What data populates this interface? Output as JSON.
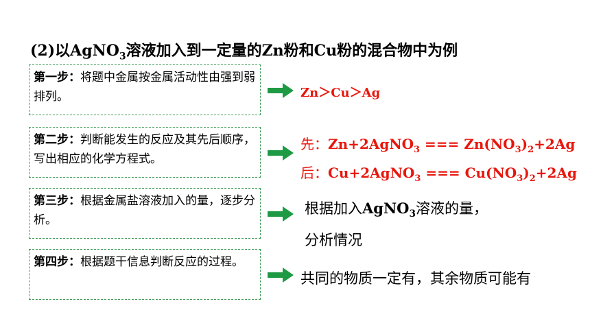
{
  "title": {
    "pre": "(2)以AgNO",
    "sub": "3",
    "post": "溶液加入到一定量的Zn粉和Cu粉的混合物中为例"
  },
  "steps": [
    {
      "label": "第一步：",
      "text": "将题中金属按金属活动性由强到弱排列。"
    },
    {
      "label": "第二步：",
      "text": "判断能发生的反应及其先后顺序，写出相应的化学方程式。"
    },
    {
      "label": "第三步：",
      "text": "根据金属盐溶液加入的量，逐步分析。"
    },
    {
      "label": "第四步：",
      "text": "根据题干信息判断反应的过程。"
    }
  ],
  "results": {
    "order": "Zn＞Cu＞Ag",
    "first": {
      "prefix": "先：",
      "a": "Zn+2AgNO",
      "a_sub": "3",
      "b": " === Zn(NO",
      "b_sub1": "3",
      "c": ")",
      "c_sub": "2",
      "d": "+2Ag"
    },
    "second": {
      "prefix": "后：",
      "a": "Cu+2AgNO",
      "a_sub": "3",
      "b": " === Cu(NO",
      "b_sub1": "3",
      "c": ")",
      "c_sub": "2",
      "d": "+2Ag"
    },
    "step3_line1": {
      "pre": "根据加入",
      "chem": "AgNO",
      "sub": "3",
      "post": "溶液的量，"
    },
    "step3_line2": "分析情况",
    "step4": "共同的物质一定有，其余物质可能有"
  },
  "colors": {
    "arrow": "#1f9a44",
    "red": "#e8160c",
    "border": "#3a9a54"
  }
}
